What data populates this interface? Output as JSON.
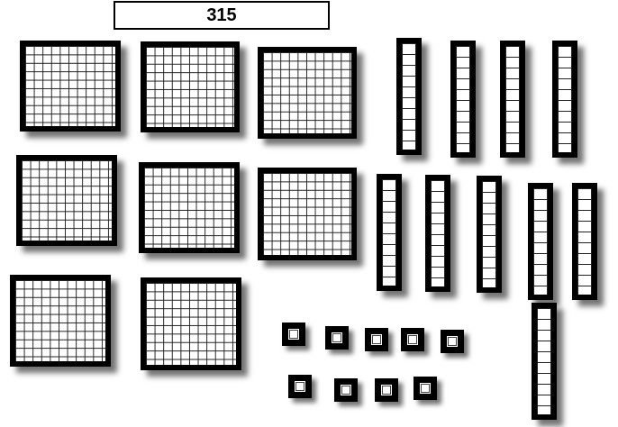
{
  "title": {
    "value": "315"
  },
  "blocks": {
    "hundreds_count": 8,
    "tens_count": 10,
    "ones_count": 9
  }
}
